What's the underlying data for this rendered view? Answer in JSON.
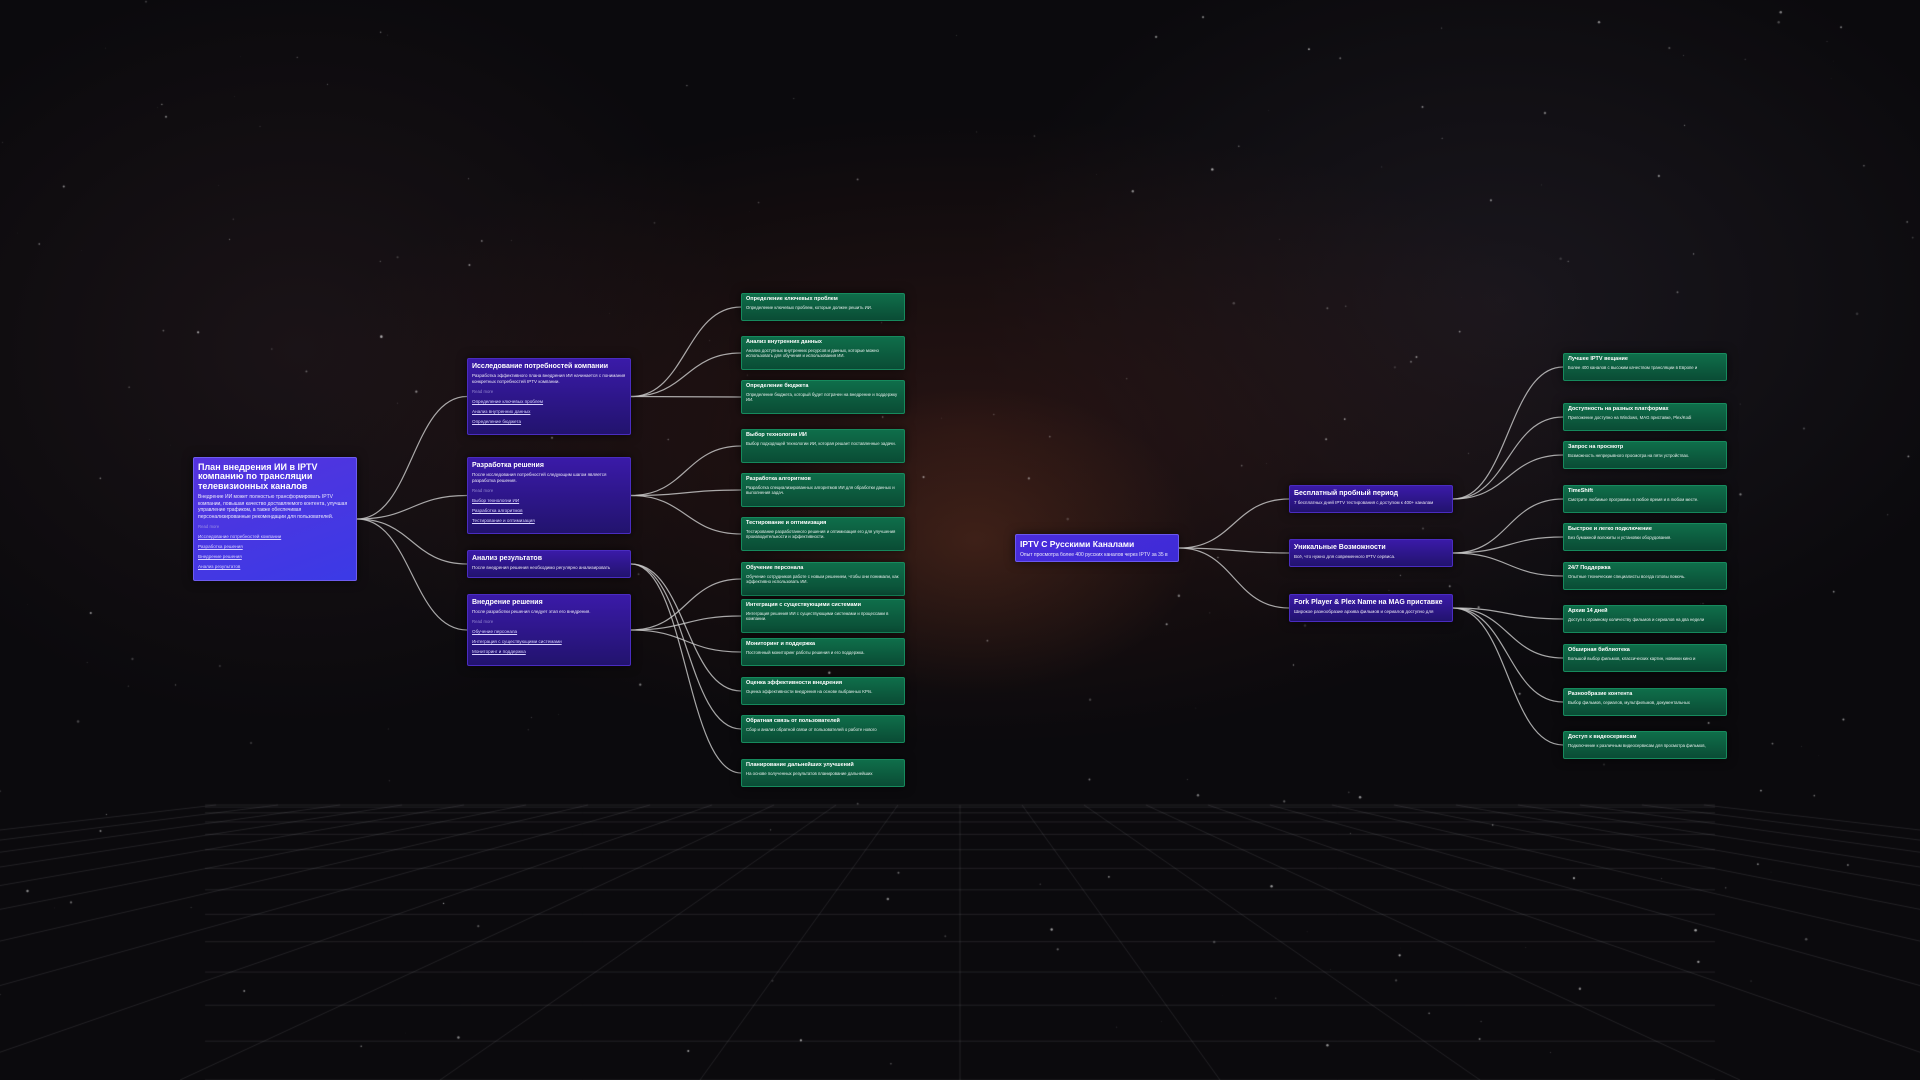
{
  "colors": {
    "link_line": "#cfcfcf",
    "purple_card": "#2a1680",
    "green_card": "#0d5e3f",
    "root_card": "#4a38e2"
  },
  "root": {
    "title": "План внедрения ИИ в IPTV компанию по трансляции телевизионных каналов",
    "desc": "Внедрение ИИ может полностью трансформировать IPTV компании, повышая качество доставляемого контента, улучшая управление трафиком, а также обеспечивая персонализированные рекомендации для пользователей.",
    "more": "Read more",
    "links": [
      "Исследование потребностей компании",
      "Разработка решения",
      "Внедрение решения",
      "Анализ результатов"
    ]
  },
  "branches": [
    {
      "title": "Исследование потребностей компании",
      "desc": "Разработка эффективного плана внедрения ИИ начинается с понимания конкретных потребностей IPTV компании.",
      "more": "Read more",
      "links": [
        "Определение ключевых проблем",
        "Анализ внутренних данных",
        "Определение бюджета"
      ]
    },
    {
      "title": "Разработка решения",
      "desc": "После исследования потребностей следующим шагом является разработка решения.",
      "more": "Read more",
      "links": [
        "Выбор технологии ИИ",
        "Разработка алгоритмов",
        "Тестирование и оптимизация"
      ]
    },
    {
      "title": "Анализ результатов",
      "desc": "После внедрения решения необходимо регулярно анализировать",
      "more": "",
      "links": []
    },
    {
      "title": "Внедрение решения",
      "desc": "После разработки решения следует этап его внедрения.",
      "more": "Read more",
      "links": [
        "Обучение персонала",
        "Интеграция с существующими системами",
        "Мониторинг и поддержка"
      ]
    }
  ],
  "leaves": [
    {
      "title": "Определение ключевых проблем",
      "desc": "Определение ключевых проблем, которые должен решить ИИ."
    },
    {
      "title": "Анализ внутренних данных",
      "desc": "Анализ доступных внутренних ресурсов и данных, которые можно использовать для обучения и использования ИИ."
    },
    {
      "title": "Определение бюджета",
      "desc": "Определение бюджета, который будет потрачен на внедрение и поддержку ИИ."
    },
    {
      "title": "Выбор технологии ИИ",
      "desc": "Выбор подходящей технологии ИИ, которая решает поставленные задачи."
    },
    {
      "title": "Разработка алгоритмов",
      "desc": "Разработка специализированных алгоритмов ИИ для обработки данных и выполнения задач."
    },
    {
      "title": "Тестирование и оптимизация",
      "desc": "Тестирование разработанного решения и оптимизация его для улучшения производительности и эффективности."
    },
    {
      "title": "Обучение персонала",
      "desc": "Обучение сотрудников работе с новым решением, чтобы они понимали, как эффективно использовать ИИ."
    },
    {
      "title": "Интеграция с существующими системами",
      "desc": "Интеграция решения ИИ с существующими системами и процессами в компании."
    },
    {
      "title": "Мониторинг и поддержка",
      "desc": "Постоянный мониторинг работы решения и его поддержка."
    },
    {
      "title": "Оценка эффективности внедрения",
      "desc": "Оценка эффективности внедрения на основе выбранных KPIs."
    },
    {
      "title": "Обратная связь от пользователей",
      "desc": "Сбор и анализ обратной связи от пользователей о работе нового"
    },
    {
      "title": "Планирование дальнейших улучшений",
      "desc": "На основе полученных результатов планирование дальнейших"
    }
  ],
  "iptv": {
    "title": "IPTV С Русскими Каналами",
    "desc": "Опыт просмотра более 400 русских каналов через IPTV за 35 в",
    "features": [
      {
        "title": "Бесплатный пробный период",
        "desc": "7 бесплатных дней IPTV тестирования с доступом к 400+ каналам"
      },
      {
        "title": "Уникальные Возможности",
        "desc": "Всё, что нужно для современного IPTV сервиса."
      },
      {
        "title": "Fork Player & Plex Name на MAG приставке",
        "desc": "Широкое разнообразие архива фильмов и сериалов доступно для"
      }
    ],
    "details": [
      {
        "title": "Лучшее IPTV вещание",
        "desc": "Более 400 каналов с высоким качеством трансляции в Европе и"
      },
      {
        "title": "Доступность на разных платформах",
        "desc": "Приложение доступно на Windows, MAG приставке, Plex/Kodi"
      },
      {
        "title": "Запрос на просмотр",
        "desc": "Возможность непрерывного просмотра на пяти устройствах."
      },
      {
        "title": "TimeShift",
        "desc": "Смотрите любимые программы в любое время и в любом месте."
      },
      {
        "title": "Быстрое и легко подключение",
        "desc": "Без бумажной волокиты и установки оборудования."
      },
      {
        "title": "24/7 Поддержка",
        "desc": "Опытные технические специалисты всегда готовы помочь."
      },
      {
        "title": "Архив 14 дней",
        "desc": "Доступ к огромному количеству фильмов и сериалов на два недели"
      },
      {
        "title": "Обширная библиотека",
        "desc": "Большой выбор фильмов, классических картин, новинки кино и"
      },
      {
        "title": "Разнообразие контента",
        "desc": "Выбор фильмов, сериалов, мультфильмов, документальных"
      },
      {
        "title": "Доступ к видеосервисам",
        "desc": "Подключение к различным видеосервисам для просмотра фильмов,"
      }
    ]
  }
}
